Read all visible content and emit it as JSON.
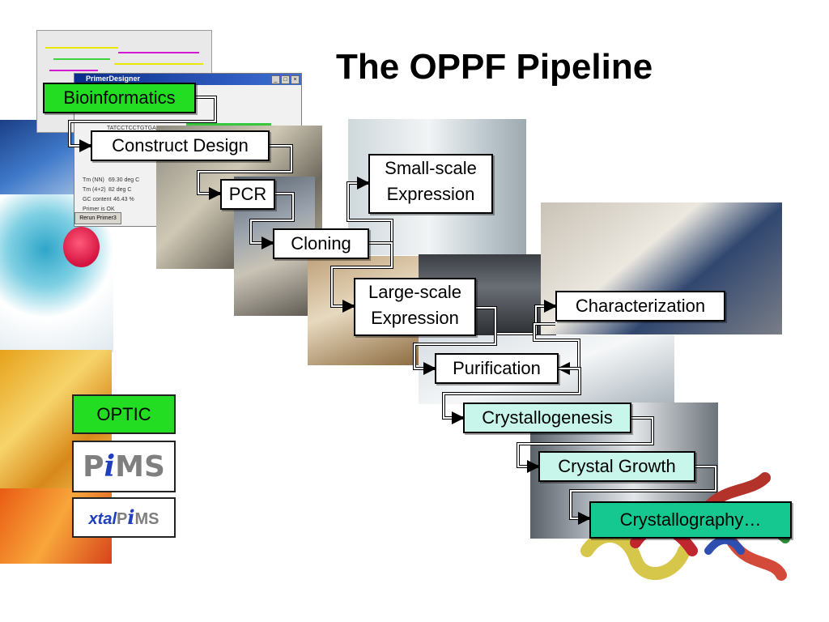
{
  "title": "The OPPF Pipeline",
  "pipeline_steps": [
    {
      "id": "bioinformatics",
      "label": "Bioinformatics"
    },
    {
      "id": "construct-design",
      "label": "Construct Design"
    },
    {
      "id": "pcr",
      "label": "PCR"
    },
    {
      "id": "cloning",
      "label": "Cloning"
    },
    {
      "id": "small-scale-expression",
      "label_line1": "Small-scale",
      "label_line2": "Expression"
    },
    {
      "id": "large-scale-expression",
      "label_line1": "Large-scale",
      "label_line2": "Expression"
    },
    {
      "id": "characterization",
      "label": "Characterization"
    },
    {
      "id": "purification",
      "label": "Purification"
    },
    {
      "id": "crystallogenesis",
      "label": "Crystallogenesis"
    },
    {
      "id": "crystal-growth",
      "label": "Crystal Growth"
    },
    {
      "id": "crystallography",
      "label": "Crystallography…"
    }
  ],
  "software": {
    "optic": "OPTIC",
    "pims_prefix": "P",
    "pims_i": "i",
    "pims_suffix": "MS",
    "xtal_prefix": "xtal",
    "xtal_p": "P",
    "xtal_i": "i",
    "xtal_suffix": "MS"
  },
  "screenshot": {
    "window_title": "PrimerDesigner",
    "rerun_button": "Rerun Primer3",
    "tm_nn_label": "Tm (NN)",
    "tm_nn_value": "69.30 deg C",
    "tm_42_label": "Tm (4+2)",
    "tm_42_value": "82 deg C",
    "gc_label": "GC content",
    "gc_value": "46.43 %",
    "primer_status": "Primer is OK",
    "sequence": "TATCCTCCTGTGACACCT"
  }
}
